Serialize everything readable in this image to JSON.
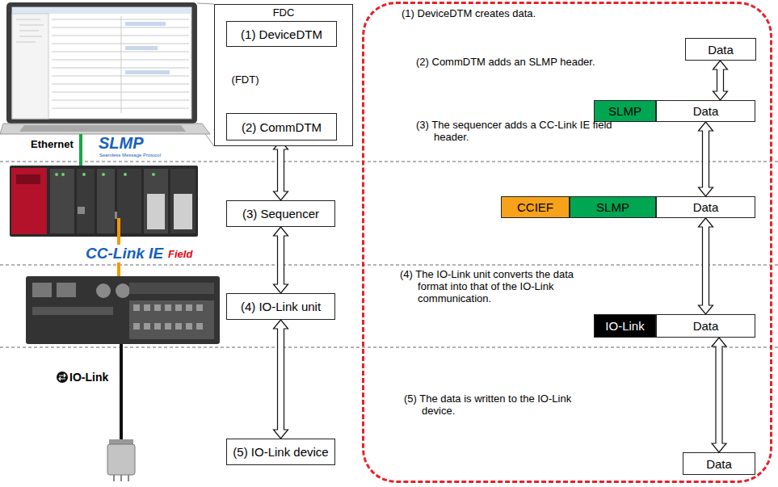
{
  "diagram": {
    "nodes": [
      {
        "text": [
          "FDC"
        ]
      },
      {
        "text": [
          "(1) DeviceDTM"
        ],
        "in": 0
      },
      {
        "text": [
          "(2) CommDTM"
        ],
        "in": 0
      },
      {
        "text": [
          "(3) Sequencer"
        ]
      },
      {
        "text": [
          "(4) IO-Link unit"
        ]
      },
      {
        "text": [
          "(5) IO-Link device"
        ]
      },
      {
        "text": [
          "(1) DeviceDTM creates data.",
          "(2) CommDTM adds an SLMP header.",
          "(3) The sequencer adds a CC-Link IE field header.",
          "(4) The IO-Link unit converts the data format into that of the IO-Link communication.",
          "(5) The data is written to the IO-Link device."
        ]
      },
      {
        "text": [
          "Data"
        ],
        "in": 6
      },
      {
        "text": [
          "SLMP"
        ],
        "in": 6
      },
      {
        "text": [
          "Data"
        ],
        "in": 6
      },
      {
        "text": [
          "CCIEF"
        ],
        "in": 6
      },
      {
        "text": [
          "SLMP"
        ],
        "in": 6
      },
      {
        "text": [
          "Data"
        ],
        "in": 6
      },
      {
        "text": [
          "IO-Link"
        ],
        "in": 6
      },
      {
        "text": [
          "Data"
        ],
        "in": 6
      },
      {
        "text": [
          "Data"
        ],
        "in": 6
      }
    ],
    "edges": [
      {
        "from": 1,
        "to": 2,
        "arrow": "both",
        "label": "(FDT)"
      },
      {
        "from": 2,
        "to": 3,
        "arrow": "both"
      },
      {
        "from": 3,
        "to": 4,
        "arrow": "both"
      },
      {
        "from": 4,
        "to": 5,
        "arrow": "both"
      },
      {
        "from": 7,
        "to": 9,
        "arrow": "both"
      },
      {
        "from": 9,
        "to": 12,
        "arrow": "both"
      },
      {
        "from": 12,
        "to": 14,
        "arrow": "both"
      },
      {
        "from": 14,
        "to": 15,
        "arrow": "both"
      }
    ],
    "labels": [
      "Ethernet",
      "SLMP",
      "Seamless Message Protocol",
      "CC-Link IE",
      "Field",
      "IO-Link"
    ]
  }
}
